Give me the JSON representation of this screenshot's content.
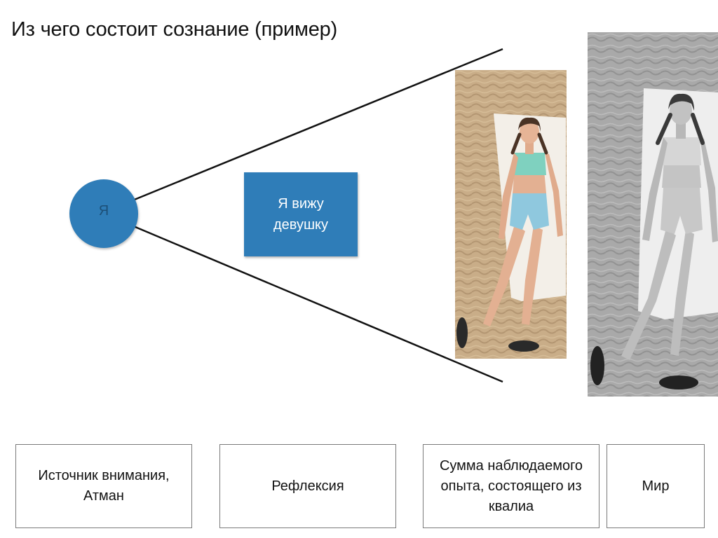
{
  "slide": {
    "title": "Из чего состоит сознание (пример)"
  },
  "diagram": {
    "self_label": "Я",
    "note_label": "Я вижу\nдевушку",
    "accent_color": "#2f7db8",
    "photos": {
      "color_icon": "beach-girl-photo-icon",
      "gray_icon": "beach-girl-photo-grayscale-icon"
    }
  },
  "boxes": [
    {
      "label": "Источник внимания,\nАтман"
    },
    {
      "label": "Рефлексия"
    },
    {
      "label": "Сумма наблюдаемого\nопыта, состоящего из\nквалиа"
    },
    {
      "label": "Мир"
    }
  ]
}
